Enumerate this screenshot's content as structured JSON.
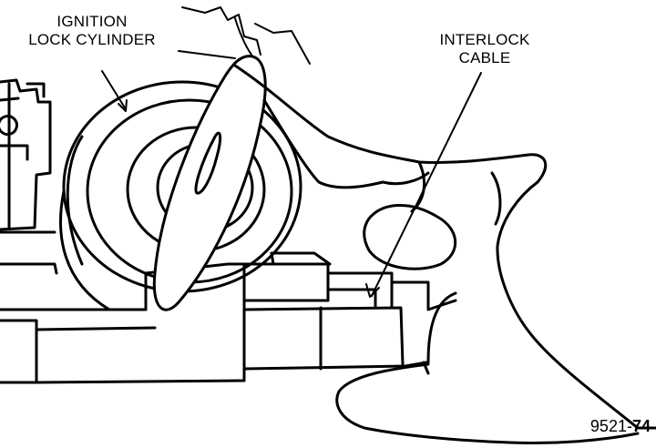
{
  "labels": {
    "ignition_lock_cylinder": [
      "IGNITION",
      "LOCK CYLINDER"
    ],
    "interlock_cable": [
      "INTERLOCK",
      "CABLE"
    ]
  },
  "figure_code": {
    "prefix": "9521-",
    "suffix": "74"
  },
  "colors": {
    "ink": "#000000",
    "paper": "#ffffff"
  }
}
